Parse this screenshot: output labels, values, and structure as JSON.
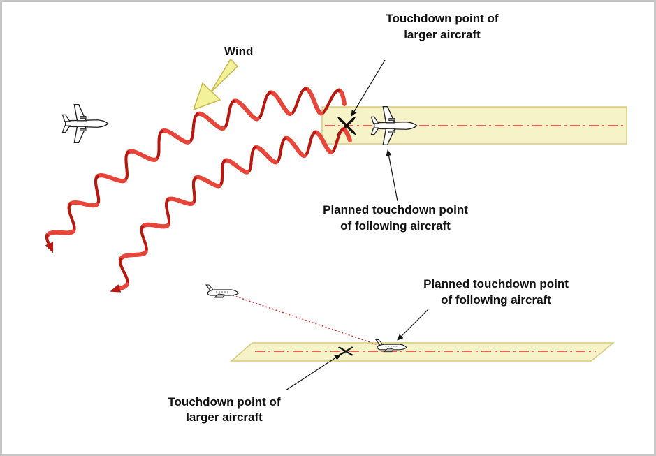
{
  "labels": {
    "wind": "Wind",
    "top_touchdown_line1": "Touchdown point of",
    "top_touchdown_line2": "larger aircraft",
    "top_planned_line1": "Planned touchdown point",
    "top_planned_line2": "of following aircraft",
    "bottom_planned_line1": "Planned touchdown point",
    "bottom_planned_line2": "of following aircraft",
    "bottom_touchdown_line1": "Touchdown point of",
    "bottom_touchdown_line2": "larger aircraft"
  },
  "colors": {
    "runway_fill": "#f7f3c9",
    "runway_edge": "#d8c97a",
    "centerline": "#e0332c",
    "vortex_dark": "#b81810",
    "vortex_mid": "#e8463a",
    "vortex_light": "#f7c8b8",
    "wind_arrow": "#f3f19a",
    "wind_arrow_edge": "#c9b84a",
    "leader_line": "#111111",
    "glide_path": "#e0332c"
  },
  "icons": [
    "airplane-icon",
    "touchdown-x-icon",
    "wind-arrow-icon"
  ]
}
